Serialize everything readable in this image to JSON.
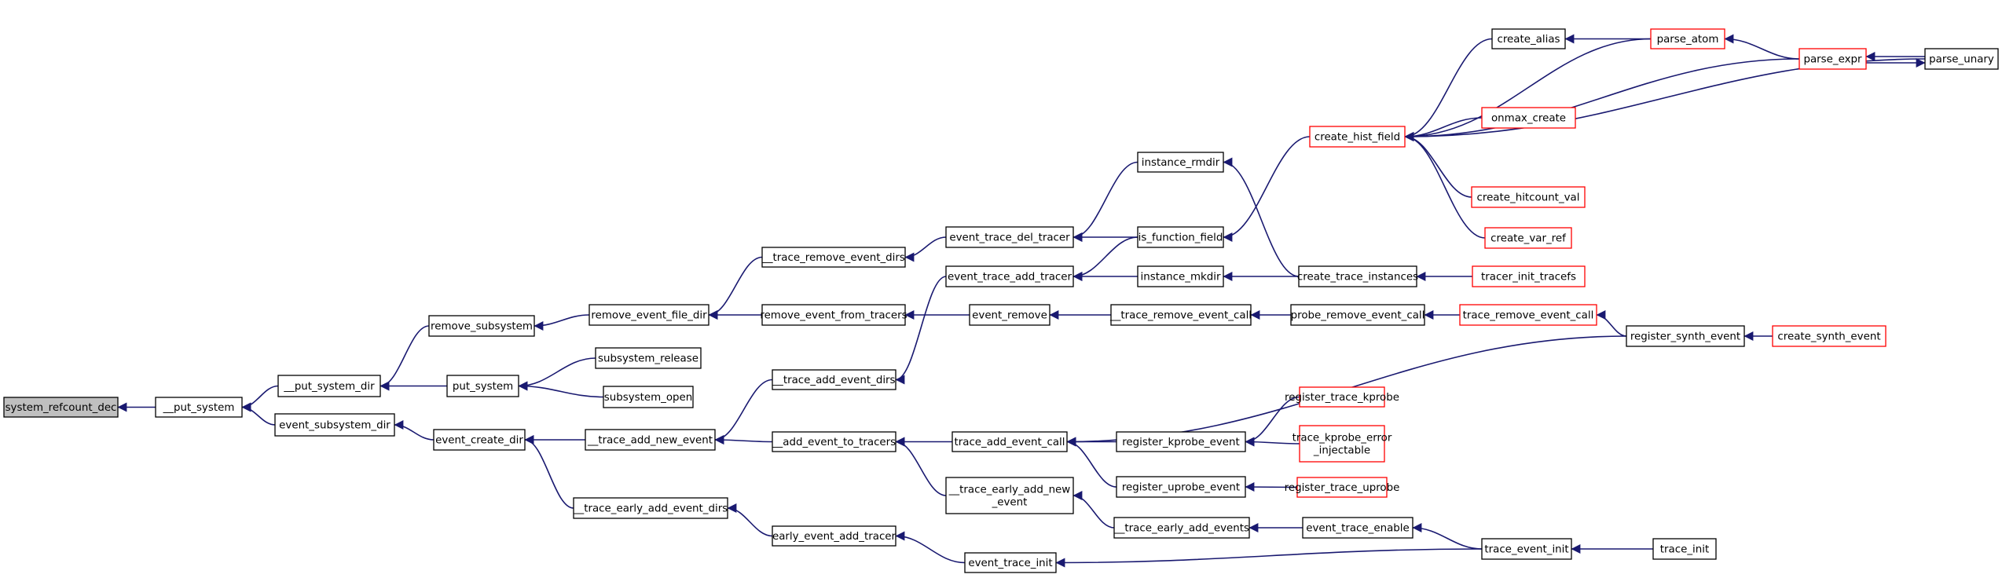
{
  "colors": {
    "edge": "#191970",
    "node_border": "#000000",
    "node_border_truncated": "#ff0000",
    "root_fill": "#bfbfbf",
    "node_fill": "#ffffff",
    "text": "#000000"
  },
  "nodes": [
    {
      "id": "n01",
      "label": "system_refcount_dec",
      "style": "root"
    },
    {
      "id": "n02",
      "label": "__put_system",
      "style": "normal"
    },
    {
      "id": "n03",
      "label": "__put_system_dir",
      "style": "normal"
    },
    {
      "id": "n04",
      "label": "event_subsystem_dir",
      "style": "normal"
    },
    {
      "id": "n05",
      "label": "remove_subsystem",
      "style": "normal"
    },
    {
      "id": "n06",
      "label": "put_system",
      "style": "normal"
    },
    {
      "id": "n07",
      "label": "event_create_dir",
      "style": "normal"
    },
    {
      "id": "n08",
      "label": "remove_event_file_dir",
      "style": "normal"
    },
    {
      "id": "n09",
      "label": "subsystem_release",
      "style": "normal"
    },
    {
      "id": "n10",
      "label": "subsystem_open",
      "style": "normal"
    },
    {
      "id": "n11",
      "label": "__trace_add_new_event",
      "style": "normal"
    },
    {
      "id": "n12",
      "label": "__trace_early_add_event_dirs",
      "style": "normal"
    },
    {
      "id": "n13",
      "label": "__trace_remove_event_dirs",
      "style": "normal"
    },
    {
      "id": "n14",
      "label": "remove_event_from_tracers",
      "style": "normal"
    },
    {
      "id": "n15",
      "label": "__trace_add_event_dirs",
      "style": "normal"
    },
    {
      "id": "n16",
      "label": "__add_event_to_tracers",
      "style": "normal"
    },
    {
      "id": "n17",
      "label": "early_event_add_tracer",
      "style": "normal"
    },
    {
      "id": "n18",
      "label": "event_trace_del_tracer",
      "style": "normal"
    },
    {
      "id": "n19",
      "label": "event_trace_add_tracer",
      "style": "normal"
    },
    {
      "id": "n20",
      "label": "event_remove",
      "style": "normal"
    },
    {
      "id": "n21",
      "label": "trace_add_event_call",
      "style": "normal"
    },
    {
      "id": "n22",
      "label": "__trace_early_add_new\n_event",
      "style": "normal"
    },
    {
      "id": "n23",
      "label": "event_trace_init",
      "style": "normal"
    },
    {
      "id": "n24",
      "label": "instance_rmdir",
      "style": "normal"
    },
    {
      "id": "n25",
      "label": "is_function_field",
      "style": "normal"
    },
    {
      "id": "n26",
      "label": "instance_mkdir",
      "style": "normal"
    },
    {
      "id": "n27",
      "label": "__trace_remove_event_call",
      "style": "normal"
    },
    {
      "id": "n28",
      "label": "register_kprobe_event",
      "style": "normal"
    },
    {
      "id": "n29",
      "label": "register_uprobe_event",
      "style": "normal"
    },
    {
      "id": "n30",
      "label": "__trace_early_add_events",
      "style": "normal"
    },
    {
      "id": "n31",
      "label": "create_alias",
      "style": "normal"
    },
    {
      "id": "n32",
      "label": "create_hist_field",
      "style": "truncated"
    },
    {
      "id": "n33",
      "label": "create_trace_instances",
      "style": "normal"
    },
    {
      "id": "n34",
      "label": "probe_remove_event_call",
      "style": "normal"
    },
    {
      "id": "n35",
      "label": "event_trace_enable",
      "style": "normal"
    },
    {
      "id": "n36",
      "label": "parse_atom",
      "style": "truncated"
    },
    {
      "id": "n37",
      "label": "onmax_create",
      "style": "truncated"
    },
    {
      "id": "n38",
      "label": "create_hitcount_val",
      "style": "truncated"
    },
    {
      "id": "n39",
      "label": "create_var_ref",
      "style": "truncated"
    },
    {
      "id": "n40",
      "label": "tracer_init_tracefs",
      "style": "truncated"
    },
    {
      "id": "n41",
      "label": "trace_remove_event_call",
      "style": "truncated"
    },
    {
      "id": "n42",
      "label": "register_trace_kprobe",
      "style": "truncated"
    },
    {
      "id": "n43",
      "label": "trace_kprobe_error\n_injectable",
      "style": "truncated"
    },
    {
      "id": "n44",
      "label": "register_trace_uprobe",
      "style": "truncated"
    },
    {
      "id": "n45",
      "label": "trace_event_init",
      "style": "normal"
    },
    {
      "id": "n46",
      "label": "parse_expr",
      "style": "truncated"
    },
    {
      "id": "n47",
      "label": "register_synth_event",
      "style": "normal"
    },
    {
      "id": "n48",
      "label": "parse_unary",
      "style": "normal"
    },
    {
      "id": "n49",
      "label": "trace_init",
      "style": "normal"
    },
    {
      "id": "n50",
      "label": "create_synth_event",
      "style": "truncated"
    }
  ],
  "edges": [
    [
      "n02",
      "n01"
    ],
    [
      "n03",
      "n02"
    ],
    [
      "n04",
      "n02"
    ],
    [
      "n05",
      "n03"
    ],
    [
      "n06",
      "n03"
    ],
    [
      "n07",
      "n04"
    ],
    [
      "n08",
      "n05"
    ],
    [
      "n09",
      "n06"
    ],
    [
      "n10",
      "n06"
    ],
    [
      "n11",
      "n07"
    ],
    [
      "n12",
      "n07"
    ],
    [
      "n13",
      "n08"
    ],
    [
      "n14",
      "n08"
    ],
    [
      "n15",
      "n11"
    ],
    [
      "n16",
      "n11"
    ],
    [
      "n17",
      "n12"
    ],
    [
      "n18",
      "n13"
    ],
    [
      "n19",
      "n15"
    ],
    [
      "n20",
      "n14"
    ],
    [
      "n21",
      "n16"
    ],
    [
      "n22",
      "n16"
    ],
    [
      "n23",
      "n17"
    ],
    [
      "n24",
      "n18"
    ],
    [
      "n25",
      "n18"
    ],
    [
      "n25",
      "n19"
    ],
    [
      "n26",
      "n19"
    ],
    [
      "n27",
      "n20"
    ],
    [
      "n28",
      "n21"
    ],
    [
      "n29",
      "n21"
    ],
    [
      "n47",
      "n21"
    ],
    [
      "n30",
      "n22"
    ],
    [
      "n45",
      "n23"
    ],
    [
      "n32",
      "n25"
    ],
    [
      "n33",
      "n24"
    ],
    [
      "n33",
      "n26"
    ],
    [
      "n34",
      "n27"
    ],
    [
      "n42",
      "n28"
    ],
    [
      "n43",
      "n28"
    ],
    [
      "n44",
      "n29"
    ],
    [
      "n35",
      "n30"
    ],
    [
      "n31",
      "n32"
    ],
    [
      "n36",
      "n32"
    ],
    [
      "n37",
      "n32"
    ],
    [
      "n38",
      "n32"
    ],
    [
      "n39",
      "n32"
    ],
    [
      "n46",
      "n32"
    ],
    [
      "n48",
      "n32"
    ],
    [
      "n40",
      "n33"
    ],
    [
      "n41",
      "n34"
    ],
    [
      "n45",
      "n35"
    ],
    [
      "n36",
      "n31"
    ],
    [
      "n46",
      "n36"
    ],
    [
      "n48",
      "n46"
    ],
    [
      "n46",
      "n48"
    ],
    [
      "n47",
      "n41"
    ],
    [
      "n50",
      "n47"
    ],
    [
      "n49",
      "n45"
    ]
  ]
}
